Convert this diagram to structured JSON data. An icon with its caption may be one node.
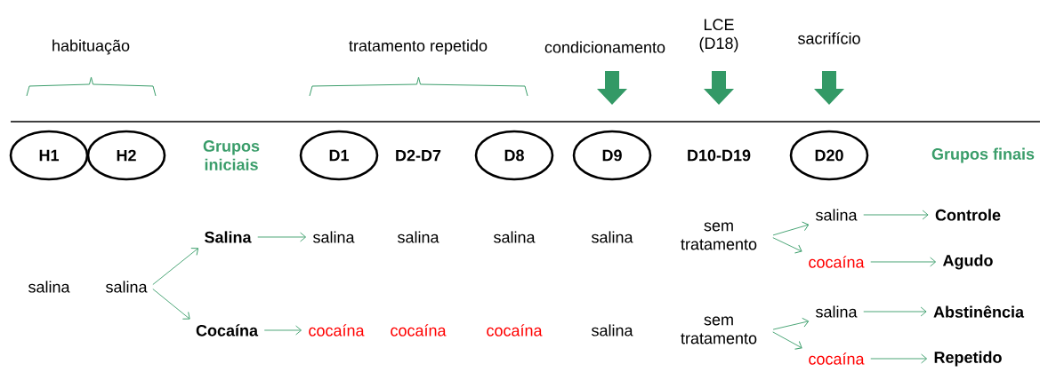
{
  "diagram": {
    "nodes": [
      {
        "text": [
          "H1"
        ]
      },
      {
        "text": [
          "H2"
        ]
      },
      {
        "text": [
          "D1"
        ]
      },
      {
        "text": [
          "D8"
        ]
      },
      {
        "text": [
          "D9"
        ]
      },
      {
        "text": [
          "D20"
        ]
      },
      {
        "text": [
          "salina"
        ]
      },
      {
        "text": [
          "Salina"
        ]
      },
      {
        "text": [
          "Cocaína"
        ]
      },
      {
        "text": [
          "salina"
        ]
      },
      {
        "text": [
          "cocaína"
        ]
      },
      {
        "text": [
          "sem tratamento"
        ]
      },
      {
        "text": [
          "salina"
        ]
      },
      {
        "text": [
          "cocaína"
        ]
      },
      {
        "text": [
          "Controle"
        ]
      },
      {
        "text": [
          "Agudo"
        ]
      },
      {
        "text": [
          "sem tratamento"
        ]
      },
      {
        "text": [
          "salina"
        ]
      },
      {
        "text": [
          "cocaína"
        ]
      },
      {
        "text": [
          "Abstinência"
        ]
      },
      {
        "text": [
          "Repetido"
        ]
      }
    ],
    "edges": [
      {
        "from": 6,
        "to": 7,
        "arrow": "to"
      },
      {
        "from": 6,
        "to": 8,
        "arrow": "to"
      },
      {
        "from": 7,
        "to": 9,
        "arrow": "to"
      },
      {
        "from": 8,
        "to": 10,
        "arrow": "to"
      },
      {
        "from": 11,
        "to": 12,
        "arrow": "to"
      },
      {
        "from": 11,
        "to": 13,
        "arrow": "to"
      },
      {
        "from": 12,
        "to": 14,
        "arrow": "to"
      },
      {
        "from": 13,
        "to": 15,
        "arrow": "to"
      },
      {
        "from": 16,
        "to": 17,
        "arrow": "to"
      },
      {
        "from": 16,
        "to": 18,
        "arrow": "to"
      },
      {
        "from": 17,
        "to": 19,
        "arrow": "to"
      },
      {
        "from": 18,
        "to": 20,
        "arrow": "to"
      }
    ],
    "labels": [
      "habituação",
      "tratamento repetido",
      "condicionamento",
      "LCE (D18)",
      "sacrifício",
      "Grupos iniciais",
      "D2-D7",
      "D10-D19",
      "Grupos finais",
      "salina",
      "salina",
      "salina",
      "salina",
      "cocaína",
      "cocaína",
      "salina"
    ]
  }
}
